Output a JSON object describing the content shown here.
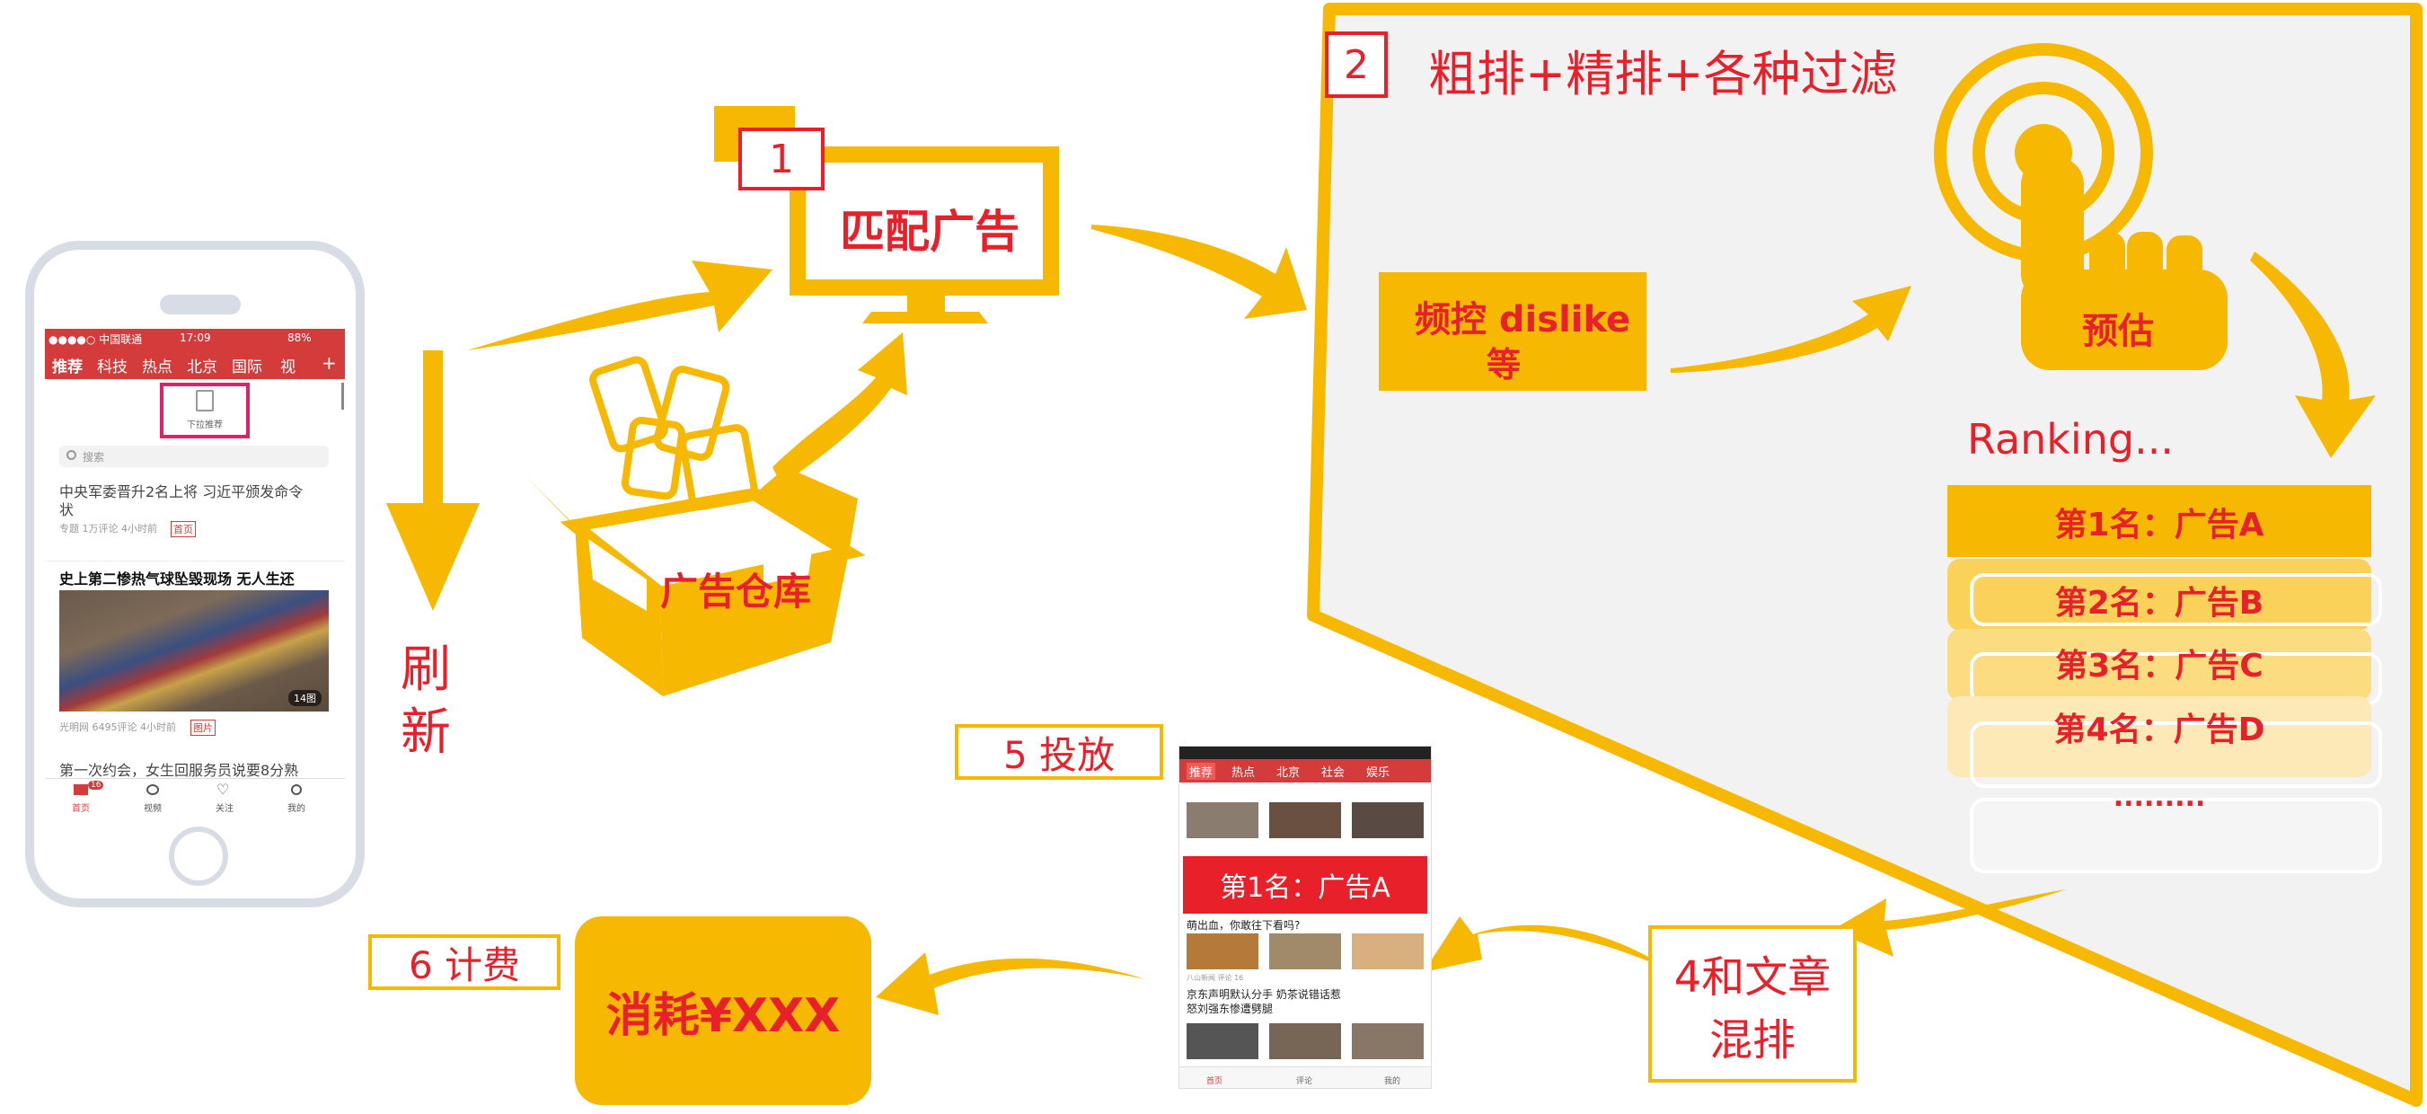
{
  "step2": {
    "num": "2",
    "title": "粗排+精排+各种过滤"
  },
  "step1": {
    "num": "1",
    "label": "匹配广告"
  },
  "warehouse": {
    "label": "广告仓库"
  },
  "refresh": {
    "char1": "刷",
    "char2": "新"
  },
  "filter": {
    "line1": "频控 dislike",
    "line2": "等"
  },
  "predict": {
    "label": "预估"
  },
  "ranking": {
    "title": "Ranking...",
    "items": [
      "第1名：广告A",
      "第2名：广告B",
      "第3名：广告C",
      "第4名：广告D"
    ],
    "more": "........."
  },
  "step5": {
    "label": "5 投放"
  },
  "step6": {
    "label": "6 计费"
  },
  "cost": {
    "label": "消耗¥XXX"
  },
  "step4": {
    "line1": "4和文章",
    "line2": "混排"
  },
  "phone_left": {
    "status_carrier": "●●●●○ 中国联通 ",
    "status_time": "17:09",
    "status_battery": "88%",
    "tabs": [
      "推荐",
      "科技",
      "热点",
      "北京",
      "国际",
      "视",
      "+"
    ],
    "pull_label": "下拉推荐",
    "search_placeholder": "搜索",
    "news1_title": "中央军委晋升2名上将 习近平颁发命令",
    "news1_title2": "状",
    "news1_meta": "专题  1万评论  4小时前",
    "news1_tag": "首页",
    "news2_title": "史上第二惨热气球坠毁现场 无人生还",
    "news2_count": "14图",
    "news2_meta": "光明网  6495评论  4小时前",
    "news2_tag": "图片",
    "news3_title": "第一次约会，女生回服务员说要8分熟",
    "nav": [
      "首页",
      "视频",
      "关注",
      "我的"
    ],
    "nav_badge": "16"
  },
  "phone_mid": {
    "tabs": [
      "推荐",
      "热点",
      "北京",
      "社会",
      "娱乐"
    ],
    "ad_label": "第1名：广告A",
    "news1": "萌出血，你敢往下看吗?",
    "news1_meta": "八山新闻  评论 16",
    "news2": "京东声明默认分手 奶茶说错话惹怒刘强东惨遭劈腿",
    "nav": [
      "首页",
      "评论",
      "我的"
    ]
  },
  "colors": {
    "accent": "#f6b800",
    "brand_red": "#e8202a"
  }
}
